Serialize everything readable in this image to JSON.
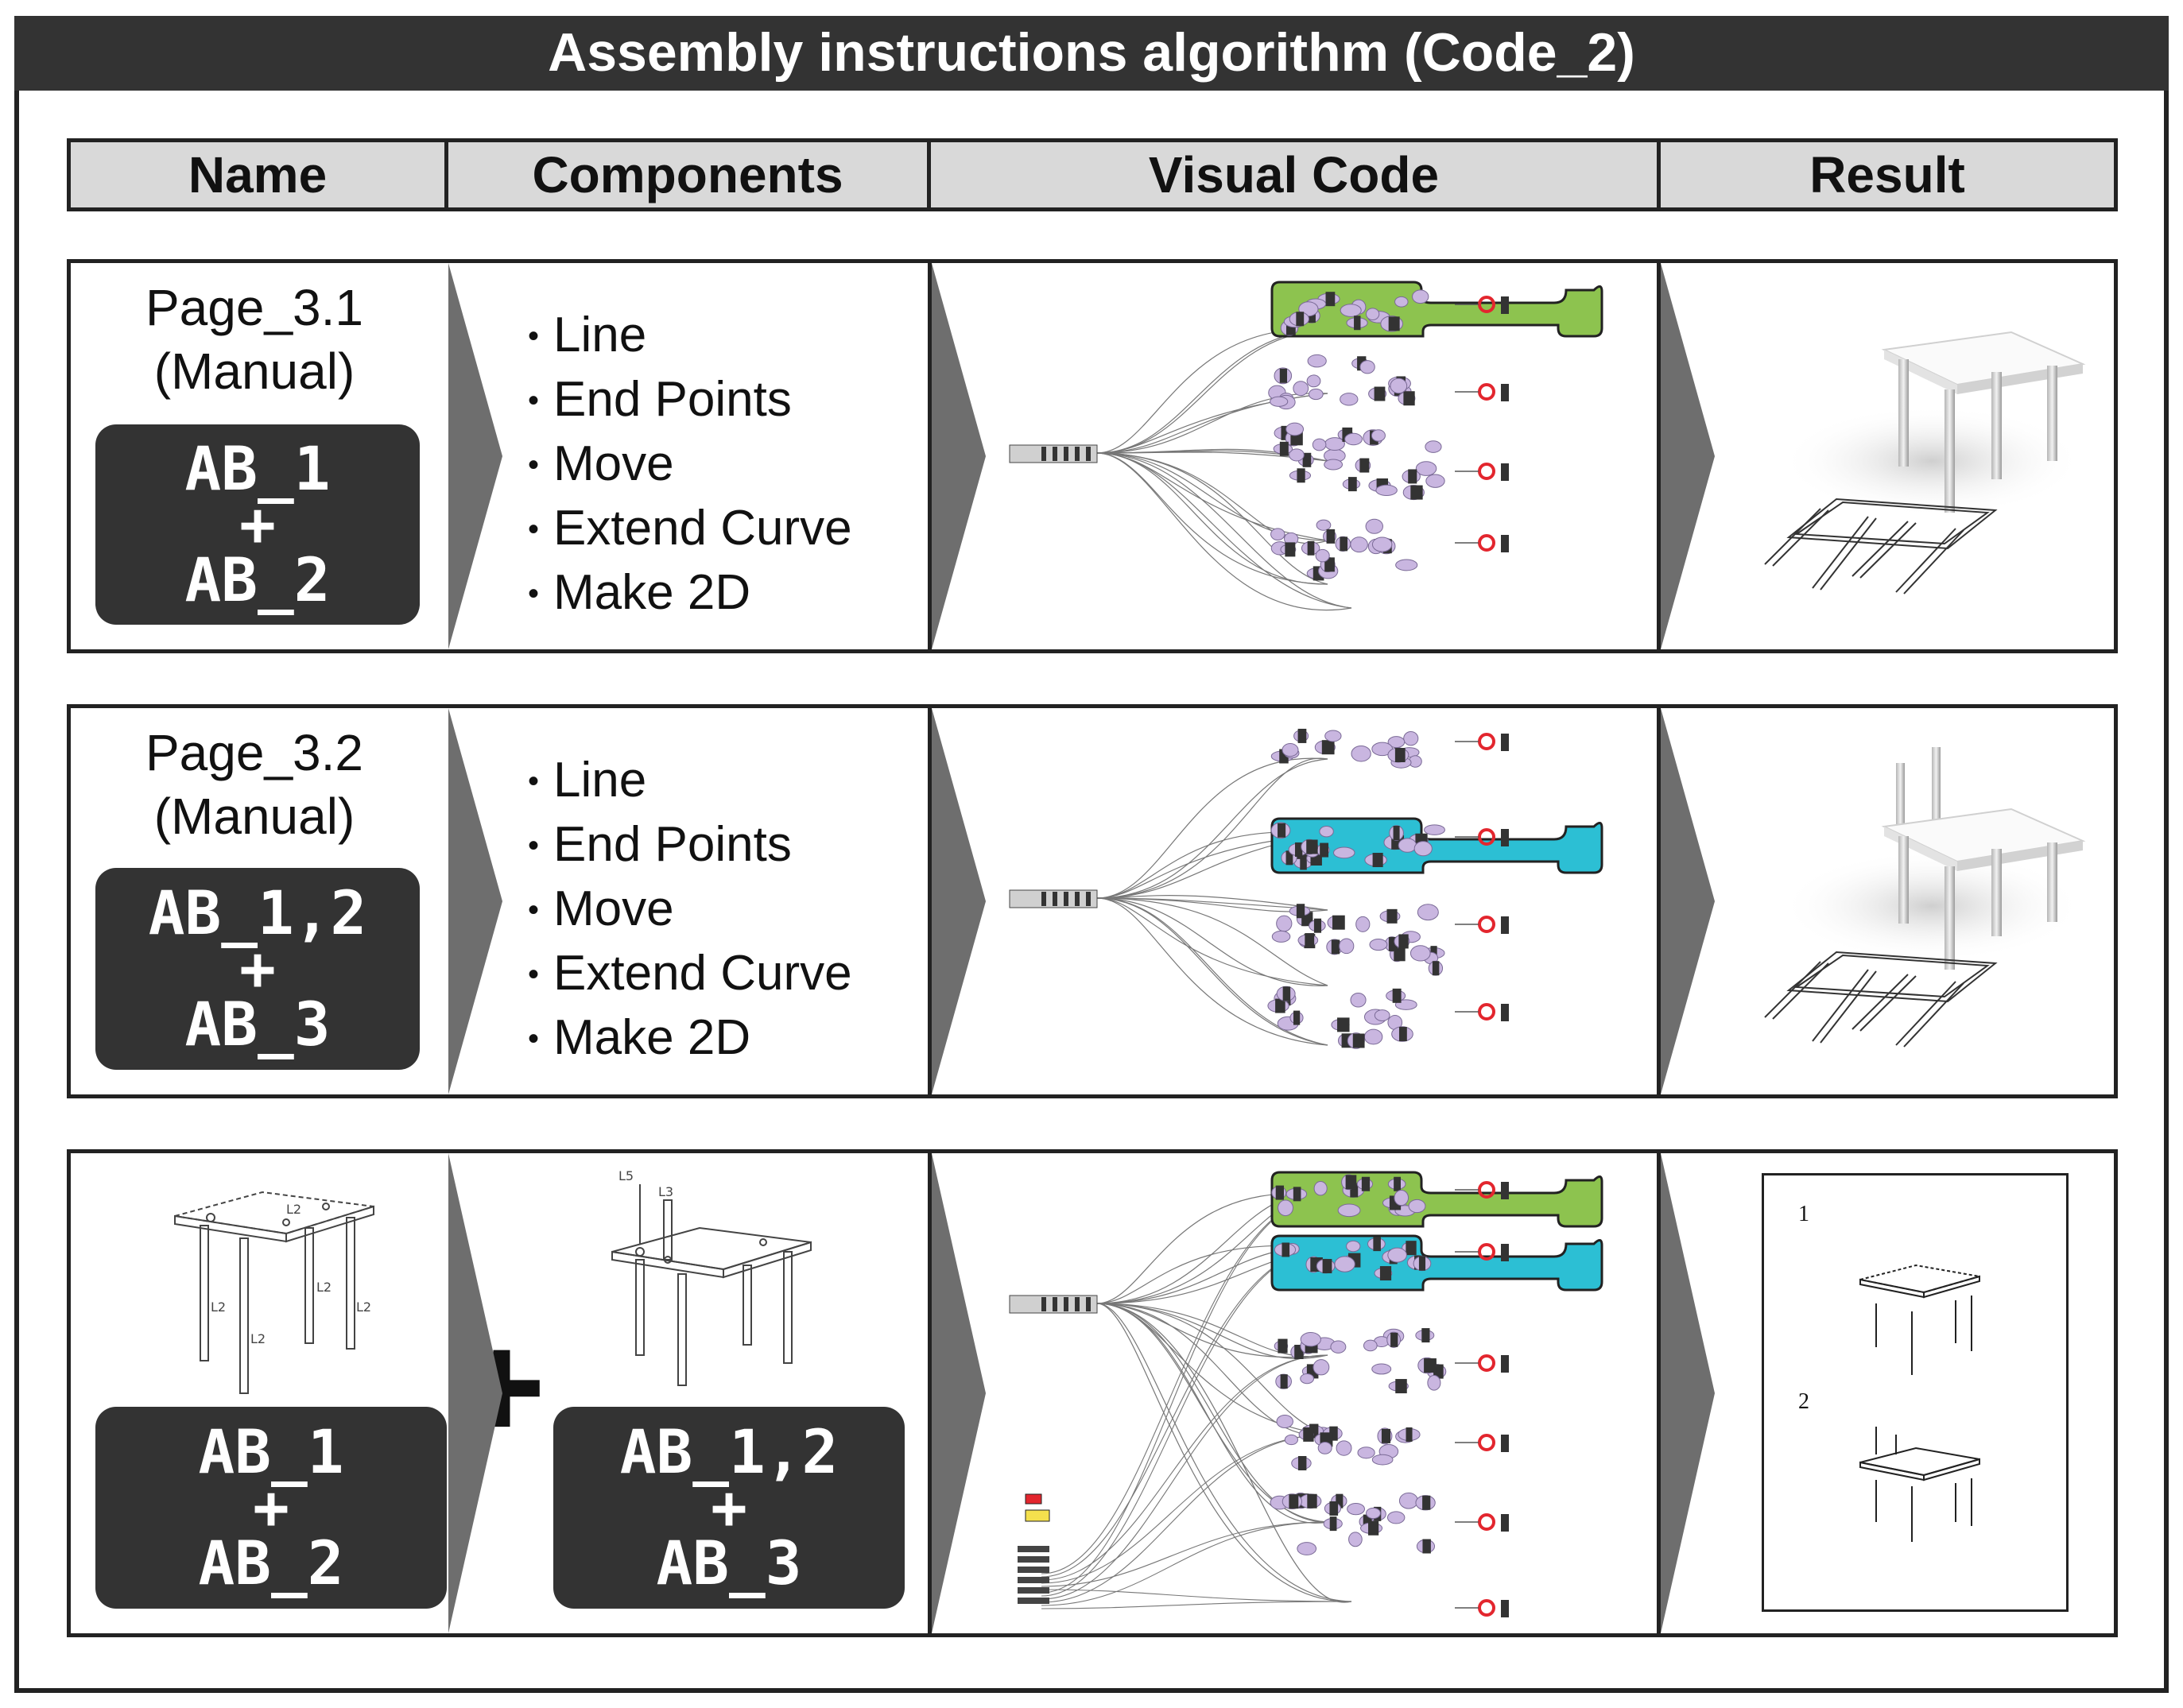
{
  "title": "Assembly instructions algorithm (Code_2)",
  "headers": [
    "Name",
    "Components",
    "Visual Code",
    "Result"
  ],
  "rows": [
    {
      "page": "Page_3.1",
      "mode": "(Manual)",
      "ab_line1": "AB_1",
      "ab_plus": "+",
      "ab_line2": "AB_2",
      "components": [
        "Line",
        "End Points",
        "Move",
        "Extend Curve",
        "Make 2D"
      ]
    },
    {
      "page": "Page_3.2",
      "mode": "(Manual)",
      "ab_line1": "AB_1,2",
      "ab_plus": "+",
      "ab_line2": "AB_3",
      "components": [
        "Line",
        "End Points",
        "Move",
        "Extend Curve",
        "Make 2D"
      ]
    }
  ],
  "combined": {
    "left": {
      "ab_line1": "AB_1",
      "ab_plus": "+",
      "ab_line2": "AB_2"
    },
    "plus": "+",
    "right": {
      "ab_line1": "AB_1,2",
      "ab_plus": "+",
      "ab_line2": "AB_3"
    },
    "drawing_labels_left": [
      "L2",
      "L2",
      "L2",
      "L2",
      "L2"
    ],
    "drawing_labels_right": [
      "L5",
      "L3"
    ],
    "result_steps": [
      "1",
      "2"
    ]
  },
  "colors": {
    "dark": "#333333",
    "header_fill": "#d9d9d9",
    "arrow_fill": "#6e6e6e",
    "green_group": "#8dc34f",
    "blue_group": "#2cbfd4",
    "node_purple": "#c9b6e0",
    "marker_red": "#e3262e",
    "marker_yellow": "#f4e04d"
  },
  "icons": [
    "chevron-arrow-icon",
    "table-3d-icon",
    "table-drawing-icon",
    "plus-icon",
    "node-graph-icon"
  ]
}
